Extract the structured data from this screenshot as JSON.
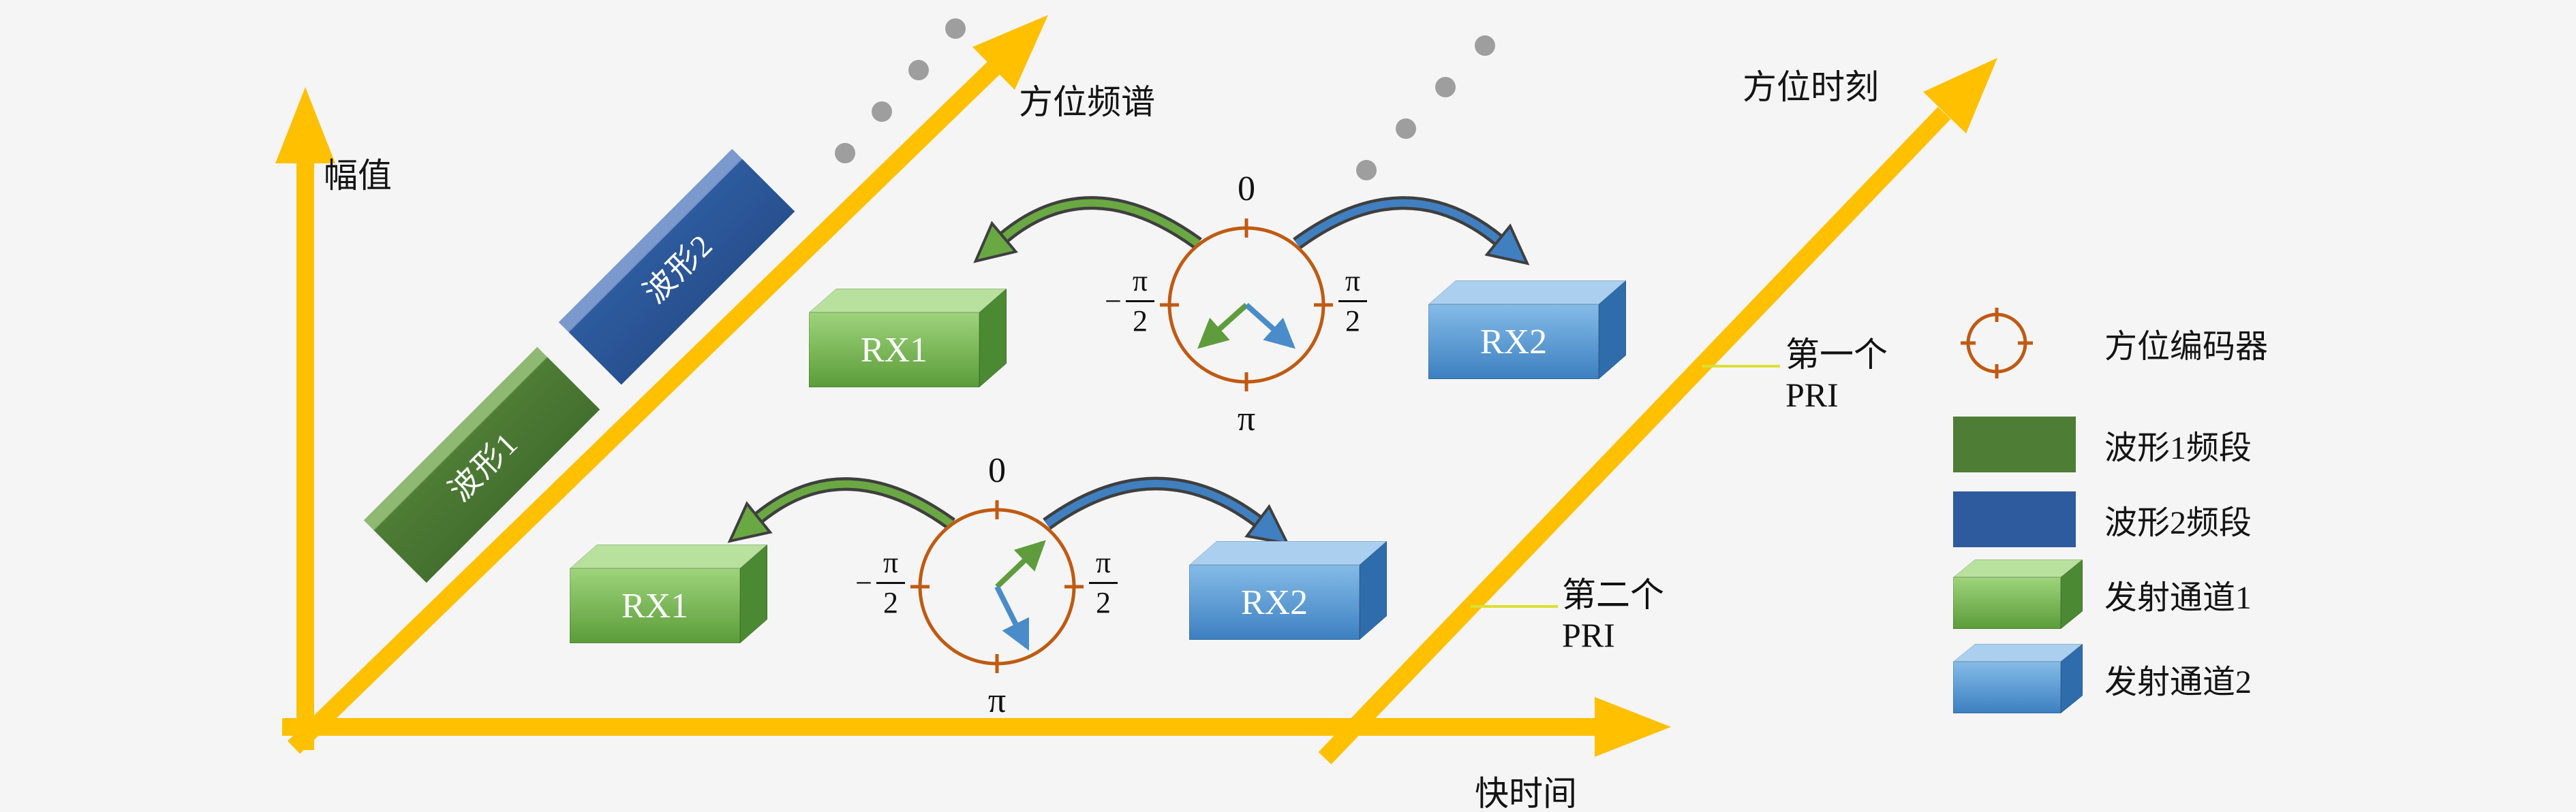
{
  "axes": {
    "amplitude": "幅值",
    "azimuth_spectrum": "方位频谱",
    "azimuth_time": "方位时刻",
    "fast_time": "快时间"
  },
  "waveform_slabs": {
    "w1": "波形1",
    "w2": "波形2"
  },
  "rx": {
    "rx1": "RX1",
    "rx2": "RX2"
  },
  "encoder_labels": {
    "zero": "0",
    "pi": "π",
    "two": "2",
    "minus": "−"
  },
  "pri": {
    "first_line1": "第一个",
    "first_line2": "PRI",
    "second_line1": "第二个",
    "second_line2": "PRI"
  },
  "legend": {
    "items": [
      {
        "icon": "azimuth-encoder-icon",
        "label": "方位编码器"
      },
      {
        "icon": "waveform1-band-swatch",
        "label": "波形1频段"
      },
      {
        "icon": "waveform2-band-swatch",
        "label": "波形2频段"
      },
      {
        "icon": "tx-channel1-box-icon",
        "label": "发射通道1"
      },
      {
        "icon": "tx-channel2-box-icon",
        "label": "发射通道2"
      }
    ]
  },
  "colors": {
    "background": "#F5F5F5",
    "axis_yellow": "#FFC000",
    "waveform1_green": "#4E7D36",
    "waveform2_blue": "#2E5B9E",
    "tx_channel1_green": "#70AD47",
    "tx_channel2_blue": "#5B9BD5",
    "encoder_orange": "#C05A12",
    "ellipsis_gray": "#9E9E9E",
    "pointer_line_yellow": "#DCE032",
    "arrow_outline": "#3F3F3F"
  }
}
